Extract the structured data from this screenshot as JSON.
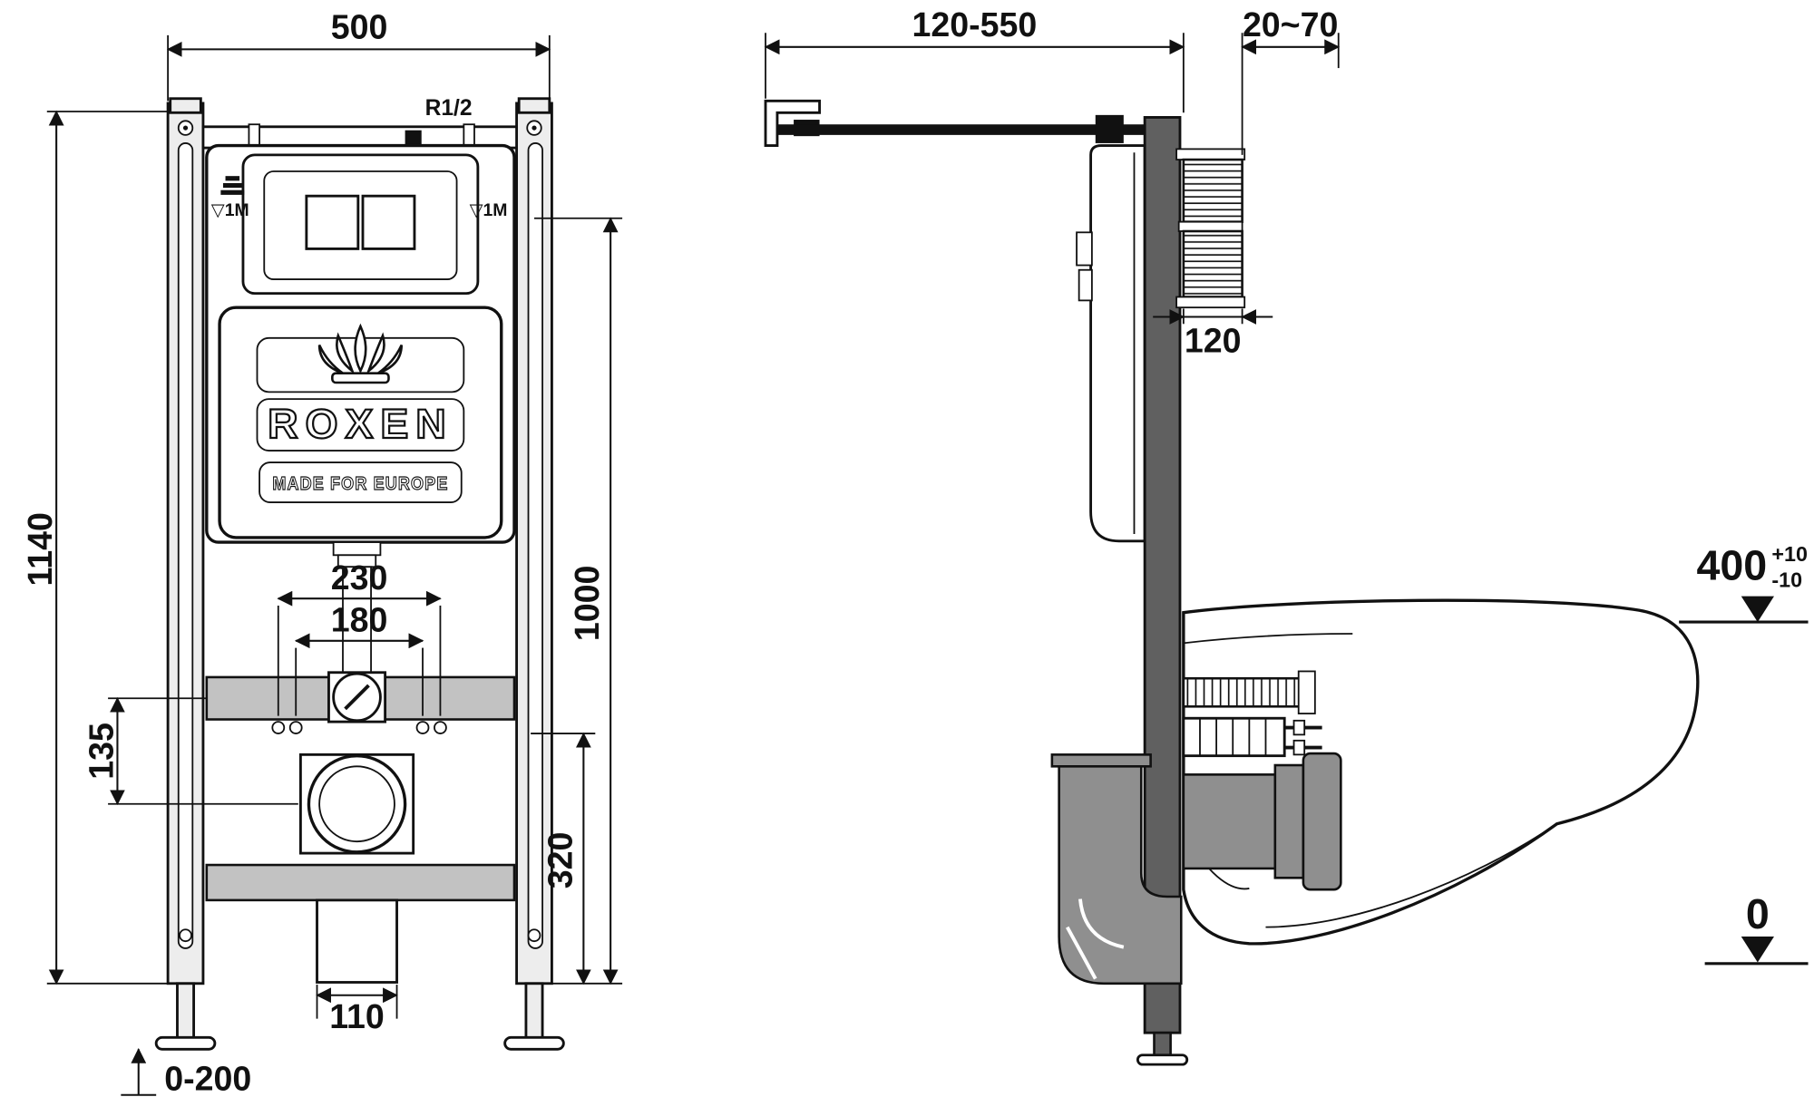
{
  "drawing": {
    "brand": {
      "name": "ROXEN",
      "tagline": "MADE FOR EUROPE"
    },
    "front": {
      "inlet_label": "R1/2",
      "water_mark_left": "▽1M",
      "water_mark_right": "▽1M",
      "dim_width": "500",
      "dim_total_height": "1140",
      "dim_flush_height": "1000",
      "dim_bolt_height": "320",
      "dim_230": "230",
      "dim_180": "180",
      "dim_135": "135",
      "dim_outlet_width": "110",
      "dim_foot_range": "0-200"
    },
    "side": {
      "dim_rod_range": "120-550",
      "dim_wall_thickness": "20~70",
      "dim_120": "120",
      "level_400": "400",
      "level_400_plus": "+10",
      "level_400_minus": "-10",
      "level_0": "0"
    }
  }
}
